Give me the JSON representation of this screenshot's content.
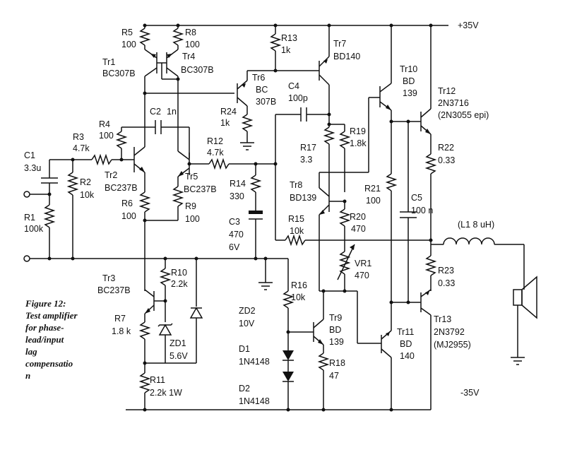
{
  "rails": {
    "positive": "+35V",
    "negative": "-35V"
  },
  "components": {
    "c1": {
      "name": "C1",
      "value": "3.3u"
    },
    "r1": {
      "name": "R1",
      "value": "100k"
    },
    "r2": {
      "name": "R2",
      "value": "10k"
    },
    "r3": {
      "name": "R3",
      "value": "4.7k"
    },
    "r4": {
      "name": "R4",
      "value": "100"
    },
    "r5": {
      "name": "R5",
      "value": "100"
    },
    "r6": {
      "name": "R6",
      "value": "100"
    },
    "r7": {
      "name": "R7",
      "value": "1.8 k"
    },
    "r8": {
      "name": "R8",
      "value": "100"
    },
    "r9": {
      "name": "R9",
      "value": "100"
    },
    "r10": {
      "name": "R10",
      "value": "2.2k"
    },
    "r11": {
      "name": "R11",
      "value": "2.2k 1W"
    },
    "r12": {
      "name": "R12",
      "value": "4.7k"
    },
    "r13": {
      "name": "R13",
      "value": "1k"
    },
    "r14": {
      "name": "R14",
      "value": "330"
    },
    "r15": {
      "name": "R15",
      "value": "10k"
    },
    "r16": {
      "name": "R16",
      "value": "10k"
    },
    "r17": {
      "name": "R17",
      "value": "3.3"
    },
    "r18": {
      "name": "R18",
      "value": "47"
    },
    "r19": {
      "name": "R19",
      "value": "1.8k"
    },
    "r20": {
      "name": "R20",
      "value": "470"
    },
    "r21": {
      "name": "R21",
      "value": "100"
    },
    "r22": {
      "name": "R22",
      "value": "0.33"
    },
    "r23": {
      "name": "R23",
      "value": "0.33"
    },
    "r24": {
      "name": "R24",
      "value": "1k"
    },
    "c2": {
      "name": "C2",
      "value": "1n"
    },
    "c3": {
      "name": "C3",
      "value": "470",
      "value2": "6V"
    },
    "c4": {
      "name": "C4",
      "value": "100p"
    },
    "c5": {
      "name": "C5",
      "value": "100 n"
    },
    "vr1": {
      "name": "VR1",
      "value": "470"
    },
    "zd1": {
      "name": "ZD1",
      "value": "5.6V"
    },
    "zd2": {
      "name": "ZD2",
      "value": "10V"
    },
    "d1": {
      "name": "D1",
      "value": "1N4148"
    },
    "d2": {
      "name": "D2",
      "value": "1N4148"
    },
    "l1": {
      "label": "(L1 8 uH)"
    },
    "tr1": {
      "name": "Tr1",
      "value": "BC307B"
    },
    "tr2": {
      "name": "Tr2",
      "value": "BC237B"
    },
    "tr3": {
      "name": "Tr3",
      "value": "BC237B"
    },
    "tr4": {
      "name": "Tr4",
      "value": "BC307B"
    },
    "tr5": {
      "name": "Tr5",
      "value": "BC237B"
    },
    "tr6": {
      "name": "Tr6",
      "value": "BC",
      "value2": "307B"
    },
    "tr7": {
      "name": "Tr7",
      "value": "BD140"
    },
    "tr8": {
      "name": "Tr8",
      "value": "BD139"
    },
    "tr9": {
      "name": "Tr9",
      "value": "BD",
      "value2": "139"
    },
    "tr10": {
      "name": "Tr10",
      "value": "BD",
      "value2": "139"
    },
    "tr11": {
      "name": "Tr11",
      "value": "BD",
      "value2": "140"
    },
    "tr12": {
      "name": "Tr12",
      "value": "2N3716",
      "value2": "(2N3055 epi)"
    },
    "tr13": {
      "name": "Tr13",
      "value": "2N3792",
      "value2": "(MJ2955)"
    }
  },
  "caption": [
    "Figure 12:",
    "Test amplifier",
    "for phase-",
    "lead/input",
    "lag",
    "compensatio",
    "n"
  ]
}
